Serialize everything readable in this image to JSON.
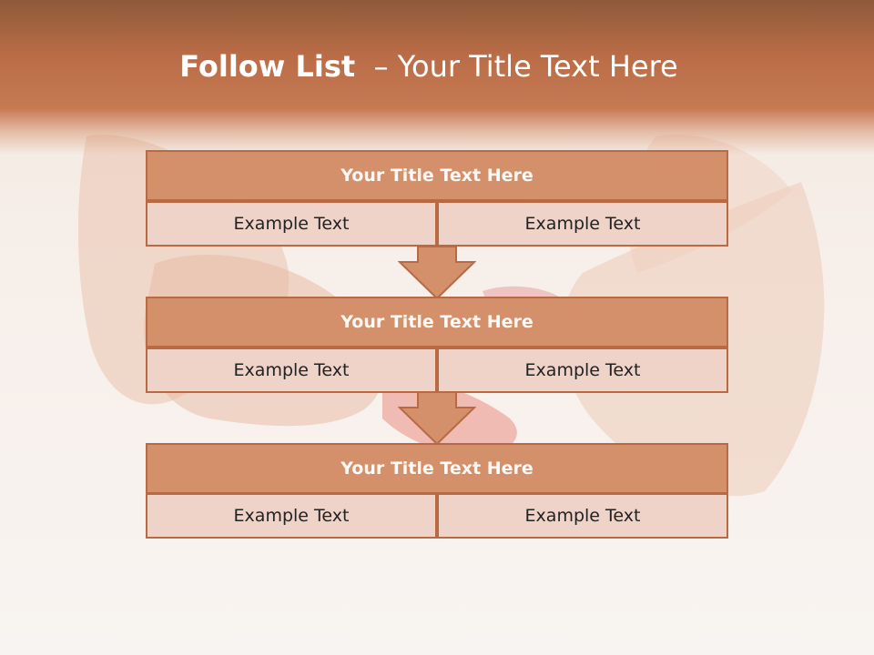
{
  "slide": {
    "title_strong": "Follow List",
    "title_rest": "  – Your Title Text Here"
  },
  "steps": [
    {
      "title": "Your Title Text Here",
      "left": "Example Text",
      "right": "Example Text"
    },
    {
      "title": "Your Title Text Here",
      "left": "Example Text",
      "right": "Example Text"
    },
    {
      "title": "Your Title Text Here",
      "left": "Example Text",
      "right": "Example Text"
    }
  ],
  "icons": [
    "down-arrow-icon",
    "down-arrow-icon"
  ],
  "colors": {
    "header": "#c67a52",
    "title_box": "#d4906b",
    "cell_box": "#efd3c9",
    "border": "#b86a45",
    "title_text": "#ffffff"
  }
}
